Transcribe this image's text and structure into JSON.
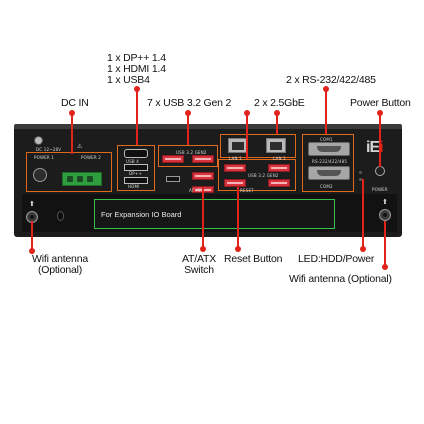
{
  "labels": {
    "display_ports": [
      "1 x DP++ 1.4",
      "1 x HDMI 1.4",
      "1 x USB4"
    ],
    "serial": "2 x RS-232/422/485",
    "dc_in": "DC IN",
    "usb": "7 x USB 3.2 Gen 2",
    "lan": "2 x 2.5GbE",
    "power_button": "Power Button",
    "wifi_left": [
      "Wifi antenna",
      "(Optional)"
    ],
    "atx": [
      "AT/ATX",
      "Switch"
    ],
    "reset": "Reset Button",
    "led": "LED:HDD/Power",
    "wifi_right": "Wifi antenna (Optional)"
  },
  "panel": {
    "expansion_label": "For Expansion IO Board",
    "power1": "POWER 1",
    "power2": "POWER 2",
    "dc_rating": "DC 12~28V",
    "com1": "COM1",
    "com2": "COM2",
    "rs_label": "RS-232/422/485",
    "lan1": "LAN 1",
    "lan2": "LAN 2",
    "usb_top": "USB 3.2 GEN2",
    "usb_mid": "USB 3.2 GEN2",
    "dp": "DP++",
    "hdmi": "HDMI",
    "usb4": "USB 4",
    "atx": "AT ATX",
    "reset": "RESET",
    "power_tag": "POWER"
  },
  "colors": {
    "callout": "#e2231a",
    "highlight": "#e06a1c",
    "expansion_border": "#38c24b",
    "usb": "#d8323c"
  }
}
